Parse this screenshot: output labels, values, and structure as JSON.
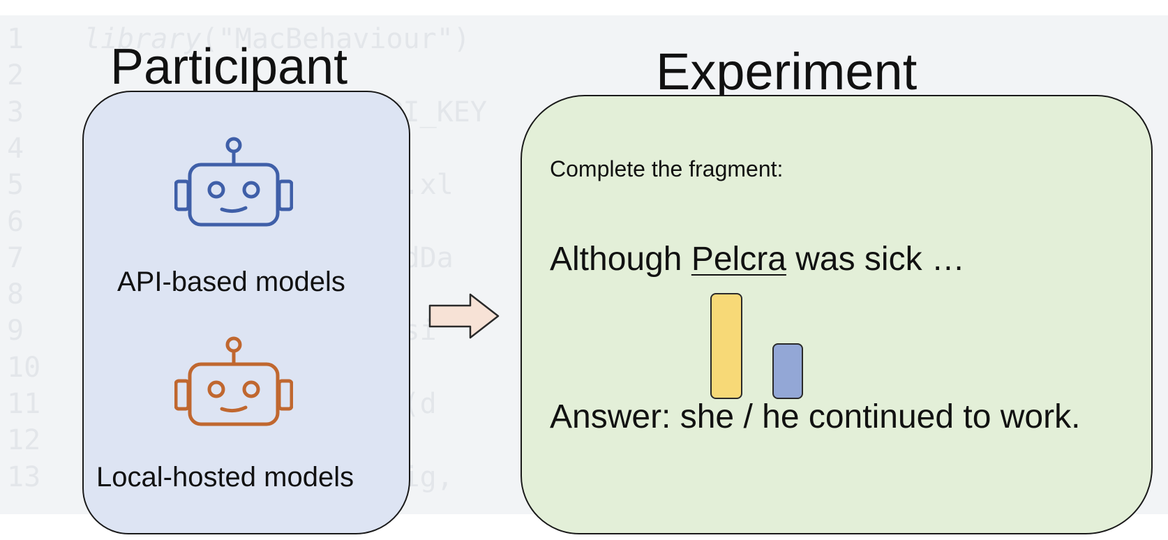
{
  "background_code": {
    "lines": [
      {
        "num": "1",
        "prefix": "library",
        "text": "(\"MacBehaviour\")"
      },
      {
        "num": "2",
        "prefix": "",
        "text": ""
      },
      {
        "num": "3",
        "prefix": "",
        "text": "                \"API_KEY"
      },
      {
        "num": "4",
        "prefix": "",
        "text": ""
      },
      {
        "num": "5",
        "prefix": "",
        "text": "                ata.xl"
      },
      {
        "num": "6",
        "prefix": "",
        "text": ""
      },
      {
        "num": "7",
        "prefix": "",
        "text": "                loadDa"
      },
      {
        "num": "8",
        "prefix": "",
        "text": ""
      },
      {
        "num": "9",
        "prefix": "",
        "text": "               ntDesi"
      },
      {
        "num": "10",
        "prefix": "",
        "text": ""
      },
      {
        "num": "11",
        "prefix": "",
        "text": "               eck (d"
      },
      {
        "num": "12",
        "prefix": "",
        "text": ""
      },
      {
        "num": "13",
        "prefix": "",
        "text": "               Config,"
      }
    ]
  },
  "participant": {
    "title": "Participant",
    "api_label": "API-based models",
    "local_label": "Local-hosted models"
  },
  "experiment": {
    "title": "Experiment",
    "instruction": "Complete the fragment:",
    "sentence_start": "Although ",
    "sentence_name": "Pelcra",
    "sentence_end": " was sick …",
    "answer": "Answer:  she / he continued to work."
  },
  "colors": {
    "participant_fill": "#dde4f3",
    "experiment_fill": "#e3efd8",
    "api_robot": "#3f5fa8",
    "local_robot": "#c0672f",
    "bar_she": "#f7d977",
    "bar_he": "#93a7d6",
    "arrow_fill": "#f7e2d6"
  },
  "icons": [
    "robot-icon-api",
    "robot-icon-local",
    "right-arrow-icon"
  ]
}
